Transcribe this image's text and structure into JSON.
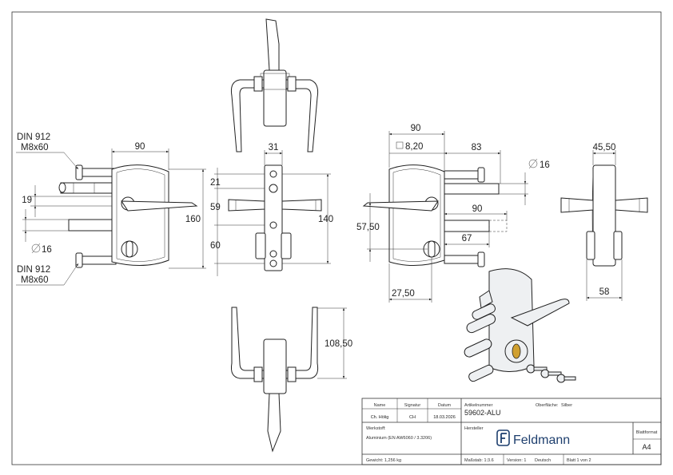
{
  "dimensions": {
    "lv_bolt_top_line1": "DIN 912",
    "lv_bolt_top_line2": "M8x60",
    "lv_width": "90",
    "lv_19": "19",
    "lv_160": "160",
    "lv_dia16": "16",
    "lv_bolt_bot_line1": "DIN 912",
    "lv_bolt_bot_line2": "M8x60",
    "fv_31": "31",
    "fv_21": "21",
    "fv_59": "59",
    "fv_60": "60",
    "fv_140": "140",
    "rv_90": "90",
    "rv_sq820": "8,20",
    "rv_83": "83",
    "rv_dia16": "16",
    "rv_90b": "90",
    "rv_5750": "57,50",
    "rv_67": "67",
    "rv_2750": "27,50",
    "sv_4550": "45,50",
    "sv_58": "58",
    "bv_10850": "108,50"
  },
  "title_block": {
    "col_name": "Name",
    "col_signatur": "Signatur",
    "col_datum": "Datum",
    "drawn_by": "Ch. Hölig",
    "signature": "CH",
    "date": "18.03.2026",
    "article_label": "Artikelnummer",
    "article_number": "59602-ALU",
    "surface_label": "Oberfläche:",
    "surface_value": "Silber",
    "material_label": "Werkstoff:",
    "material_value": "Aluminium (EN AW6060 / 3.3206)",
    "manufacturer_label": "Hersteller",
    "company": "Feldmann",
    "format_label": "Blattformat",
    "format_value": "A4",
    "weight": "Gewicht: 1,256 kg",
    "scale": "Maßstab: 1:3.6",
    "version": "Version: 1",
    "language": "Deutsch",
    "sheet_no": "Blatt 1 von 2"
  }
}
